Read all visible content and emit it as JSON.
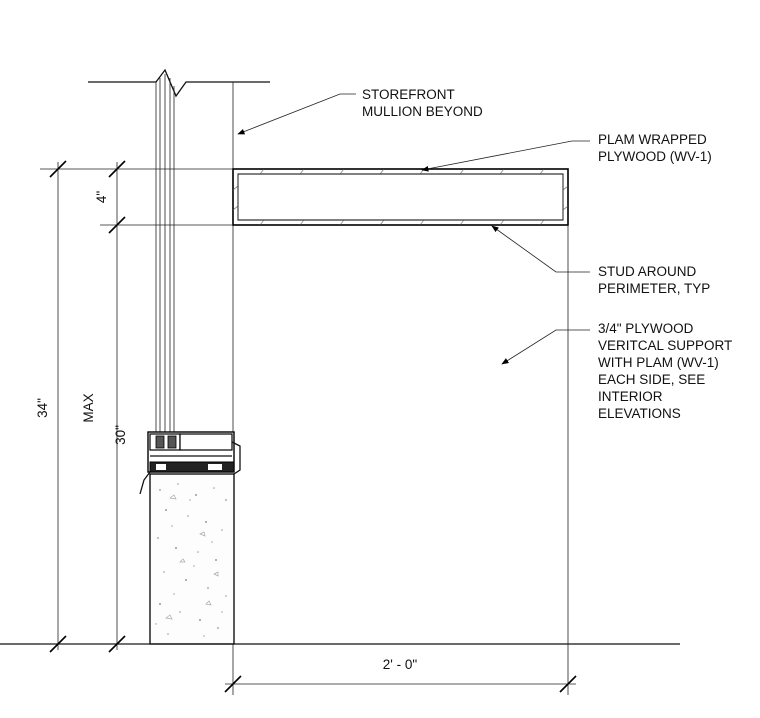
{
  "notes": {
    "storefront": [
      "STOREFRONT",
      "MULLION BEYOND"
    ],
    "plam": [
      "PLAM WRAPPED",
      "PLYWOOD (WV-1)"
    ],
    "stud": [
      "STUD AROUND",
      "PERIMETER, TYP"
    ],
    "plywood": [
      "3/4\" PLYWOOD",
      "VERITCAL SUPPORT",
      "WITH PLAM (WV-1)",
      "EACH SIDE, SEE",
      "INTERIOR",
      "ELEVATIONS"
    ]
  },
  "dimensions": {
    "overall_height": "34\"",
    "max": "MAX",
    "counter_thickness": "4\"",
    "support_height": "30\"",
    "width": "2' - 0\""
  }
}
